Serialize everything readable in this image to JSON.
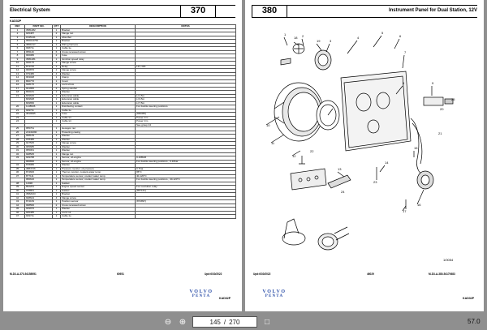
{
  "left": {
    "title": "Electrical System",
    "number": "370",
    "code": "KAD32P",
    "headers": [
      "REF",
      "PART NO.",
      "QTY",
      "DESCRIPTION",
      "NOTES"
    ],
    "rows": [
      [
        "1",
        "3581482",
        "1",
        "Bracket",
        ""
      ],
      [
        "2",
        "945487",
        "2",
        "Flange nut",
        ""
      ],
      [
        "3",
        "1545141",
        "1",
        "Absorber",
        ""
      ],
      [
        "4",
        "956014750",
        "1",
        "Bracket",
        ""
      ],
      [
        "5",
        "3861017",
        "1",
        "Wiring harness",
        ""
      ],
      [
        "6",
        "968711",
        "1",
        "Cable tie",
        ""
      ],
      [
        "7",
        "955116",
        "6",
        "Cross recessed screw",
        ""
      ],
      [
        "8",
        "966086",
        "2",
        "Fuse",
        ""
      ],
      [
        "9",
        "3581281",
        "1",
        "Junction speed relay",
        ""
      ],
      [
        "10",
        "946176",
        "2",
        "Flange screw",
        ""
      ],
      [
        "11",
        "873746",
        "1",
        "Relay",
        "12V 40A"
      ],
      [
        "12",
        "966876",
        "2",
        "Flange screw",
        ""
      ],
      [
        "13",
        "979486",
        "4",
        "Washer",
        ""
      ],
      [
        "14",
        "963028",
        "1",
        "Clamp",
        ""
      ],
      [
        "15",
        "860776",
        "1",
        "Cover",
        ""
      ],
      [
        "16",
        "948176",
        "2",
        "Lock screw",
        ""
      ],
      [
        "17",
        "941966",
        "2",
        "Spring washer",
        ""
      ],
      [
        "18",
        "866181",
        "2",
        "Washer",
        ""
      ],
      [
        "19",
        "849646",
        "1",
        "Extension cable",
        "L=1.5m"
      ],
      [
        "",
        "849648",
        "1",
        "Extension cable",
        "L=3.5m"
      ],
      [
        "",
        "849650",
        "1",
        "Extension cable",
        "L=7.5m"
      ],
      [
        "20",
        "1148936",
        "1",
        "Distributing contact",
        "For double steering positions."
      ],
      [
        "21",
        "949711",
        "1",
        "Cable tie",
        ""
      ],
      [
        "22",
        "3819995",
        "1",
        "Fuse",
        "(656365)"
      ],
      [
        "23",
        "",
        "1",
        "Cable kit",
        "Power trim"
      ],
      [
        "24",
        "",
        "1",
        "Cable kit",
        "Power trim"
      ],
      [
        "",
        "",
        "",
        "",
        "See group 44"
      ],
      [
        "25",
        "955761",
        "1",
        "Hexagon nut",
        ""
      ],
      [
        "26",
        "21343290",
        "1",
        "Protecting casing",
        ""
      ],
      [
        "27",
        "968149",
        "1",
        "Washer",
        ""
      ],
      [
        "28",
        "978486",
        "1",
        "Washer",
        ""
      ],
      [
        "29",
        "947545",
        "1",
        "Flange screw",
        ""
      ],
      [
        "30",
        "965685",
        "1",
        "Washer",
        ""
      ],
      [
        "31",
        "955061",
        "1",
        "Washer",
        ""
      ],
      [
        "32",
        "948545",
        "1",
        "Flange nut",
        ""
      ],
      [
        "33",
        "949788",
        "1",
        "Sensor, oil-engine",
        "0-10BAR"
      ],
      [
        "",
        "966836",
        "1",
        "Sensor, oil-engine",
        "For double steering positions., 0-10bar"
      ],
      [
        "34",
        "878086",
        "1",
        "Washer",
        ""
      ],
      [
        "35",
        "3884726",
        "1",
        "Pressure monitor, oil-pressure",
        "0.7bar"
      ],
      [
        "36",
        "874606",
        "1",
        "Thermo monitor, coolant water temp.",
        "95°C"
      ],
      [
        "37",
        "877111",
        "1",
        "Temperature sensor, coolant water temp.",
        "40-120°C"
      ],
      [
        "",
        "956616",
        "1",
        "Temperature sensor, coolant water temp.",
        "For double steering positions., 40-120°C"
      ],
      [
        "38",
        "11996",
        "1",
        "Gasket",
        ""
      ],
      [
        "39",
        "862261",
        "1",
        "Engine speed sensor",
        "For revolution relay."
      ],
      [
        "40",
        "978861",
        "1",
        "Gasket",
        "(857161)"
      ],
      [
        "41",
        "3582023",
        "1",
        "Bracket",
        ""
      ],
      [
        "42",
        "948644",
        "4",
        "Flange screw",
        ""
      ],
      [
        "43",
        "874169",
        "1",
        "Position sensor",
        "(872897)"
      ],
      [
        "44",
        "968566",
        "2",
        "Cross recessed screw",
        ""
      ],
      [
        "45",
        "949976",
        "1",
        "Washer",
        ""
      ],
      [
        "46",
        "945485",
        "1",
        "Lock nut",
        ""
      ],
      [
        "47",
        "949711",
        "1",
        "Cable tie",
        ""
      ]
    ],
    "footer_left": "M-D3-A-370-54158951",
    "footer_mid": "60951",
    "footer_right": "Upd:6/30/2022",
    "foot_code": "KAD32P"
  },
  "right": {
    "number": "380",
    "title": "Instrument Panel for Dual Station, 12V",
    "footer_left": "Upd:6/30/2022",
    "footer_mid": "46029",
    "footer_right": "M-D3-A-380-54170683",
    "foot_code": "KAD32P",
    "diagram_id": "1/0054",
    "callouts": [
      "1",
      "2",
      "3",
      "4",
      "5",
      "6",
      "7",
      "8",
      "9",
      "10",
      "11",
      "12",
      "13",
      "14",
      "15",
      "16",
      "17",
      "18",
      "19",
      "20",
      "21",
      "22",
      "23",
      "24",
      "25"
    ]
  },
  "logo": {
    "line1": "VOLVO",
    "line2": "PENTA",
    "color": "#2b4ea8"
  },
  "toolbar": {
    "current_page": "145",
    "separator": "/",
    "total_pages": "270",
    "zoom": "57.0"
  }
}
